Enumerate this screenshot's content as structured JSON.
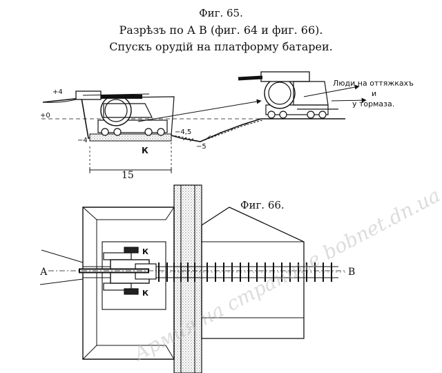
{
  "figure_65": {
    "number": "Фиг. 65.",
    "title_line1": "Разрѣзъ по А В (фиг. 64 и фиг. 66).",
    "title_line2": "Спускъ орудій на платформу батареи."
  },
  "figure_66": {
    "number": "Фиг. 66."
  },
  "labels": {
    "plus4": "+4",
    "zero": "+0",
    "minus4": "−4",
    "minus45": "−4,5",
    "minus5": "−5",
    "k_section": "К",
    "dimension": "15",
    "people_line1": "Люди на оттяжкахъ",
    "people_and": "и",
    "people_line2": "у тормаза.",
    "point_a": "А",
    "point_b": "В",
    "k_plan_top": "К",
    "k_plan_bottom": "К"
  },
  "watermark": "Армия на странице bobnet.dn.ua"
}
